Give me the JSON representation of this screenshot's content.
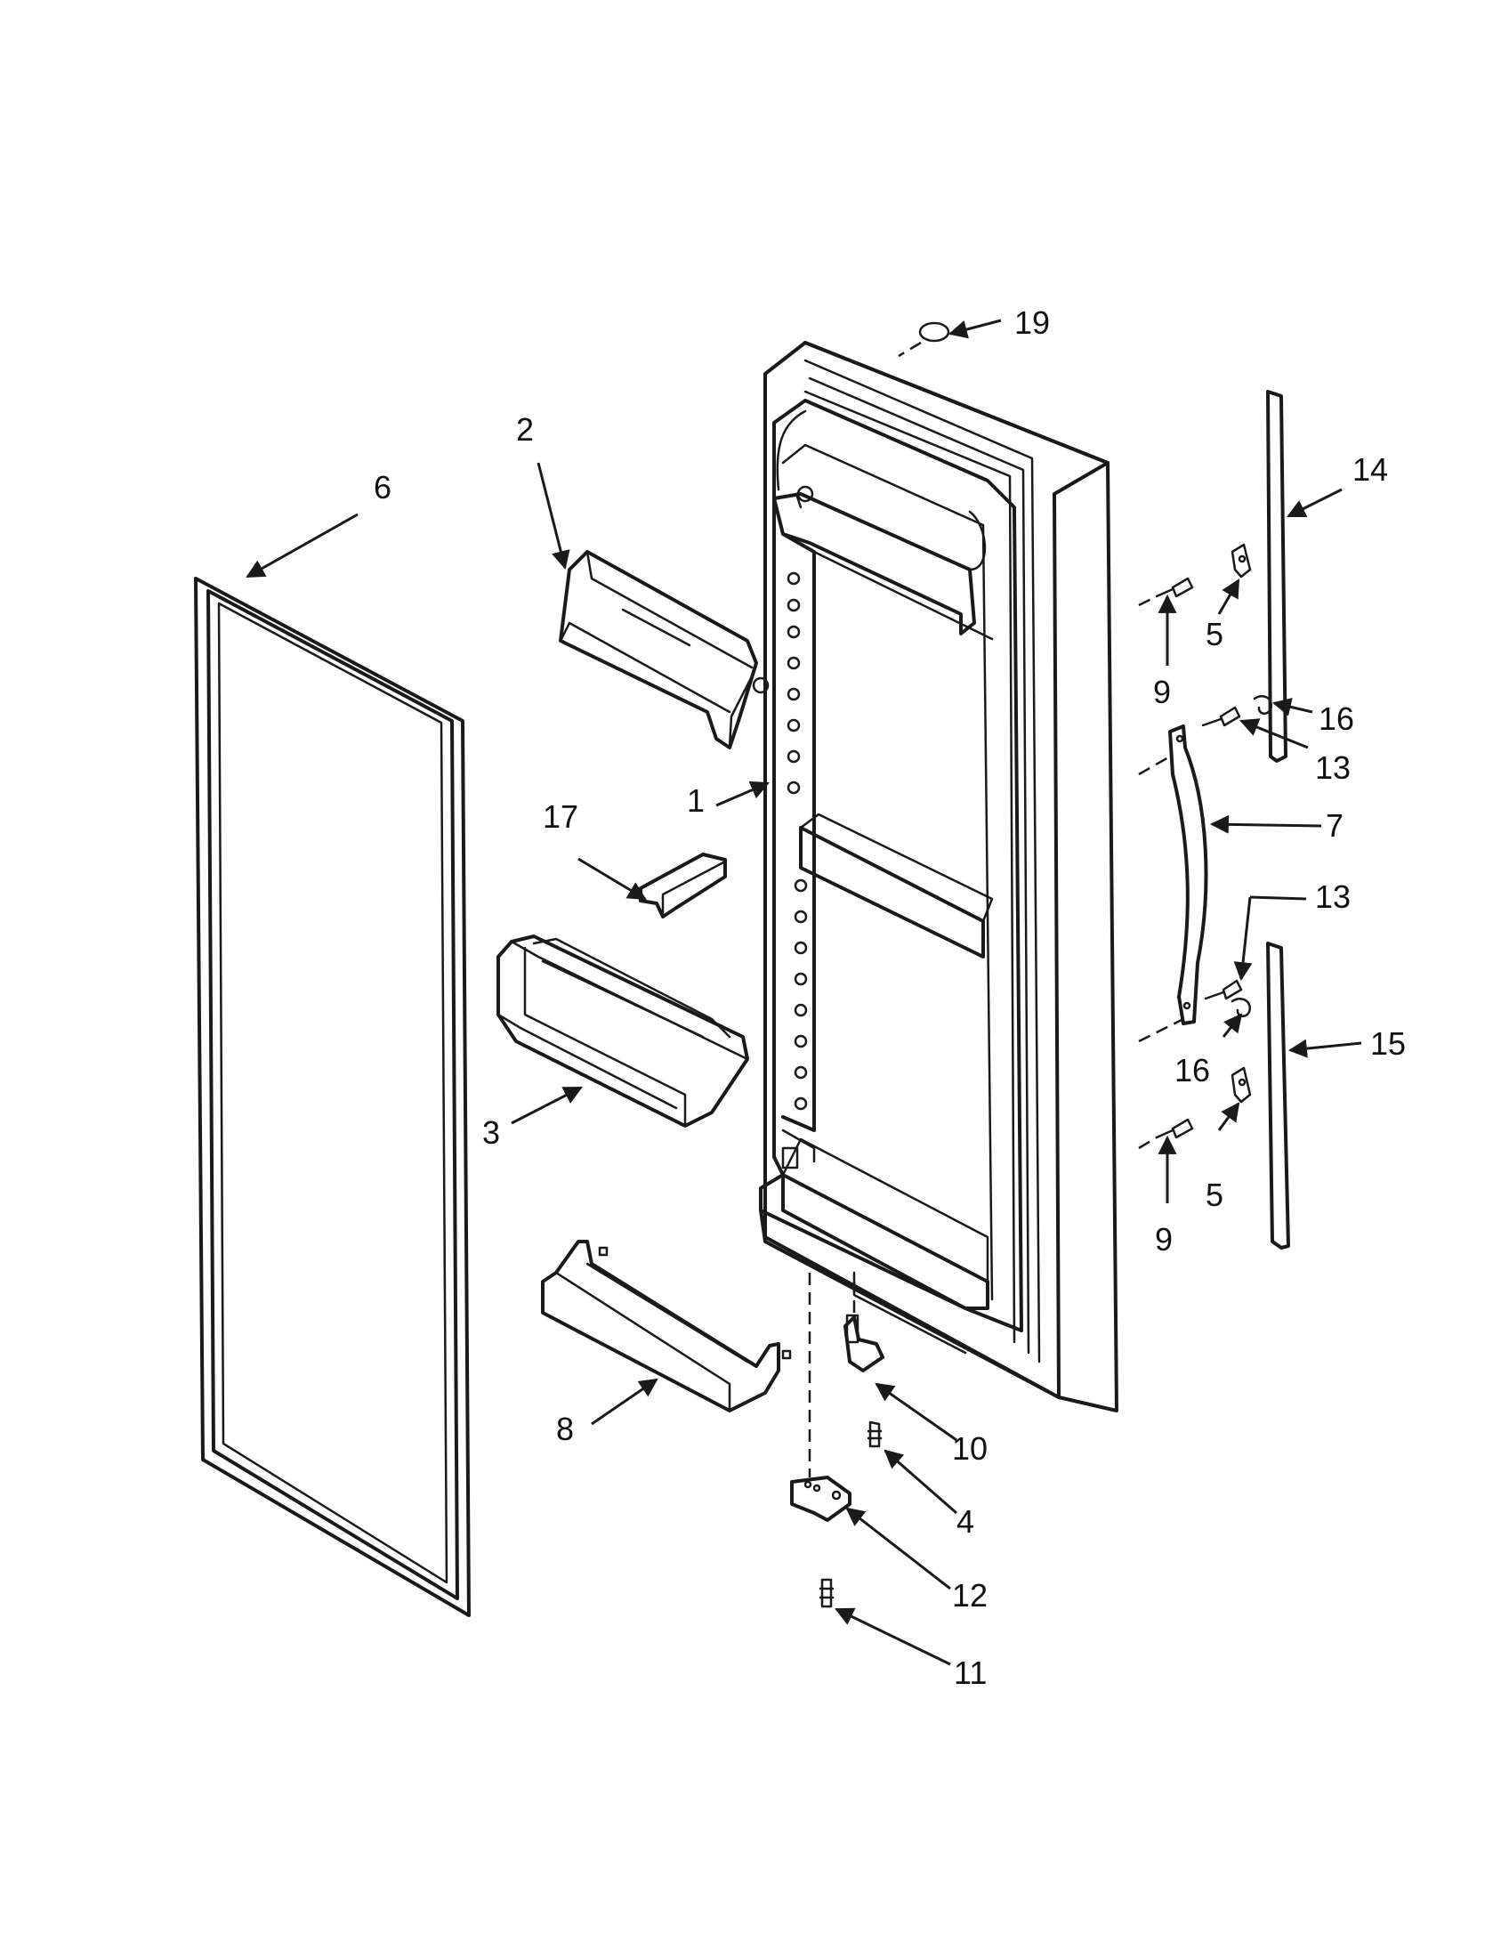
{
  "callouts": [
    {
      "id": "c1",
      "label": "1"
    },
    {
      "id": "c2",
      "label": "2"
    },
    {
      "id": "c3",
      "label": "3"
    },
    {
      "id": "c4",
      "label": "4"
    },
    {
      "id": "c5a",
      "label": "5"
    },
    {
      "id": "c5b",
      "label": "5"
    },
    {
      "id": "c6",
      "label": "6"
    },
    {
      "id": "c7",
      "label": "7"
    },
    {
      "id": "c8",
      "label": "8"
    },
    {
      "id": "c9a",
      "label": "9"
    },
    {
      "id": "c9b",
      "label": "9"
    },
    {
      "id": "c10",
      "label": "10"
    },
    {
      "id": "c11",
      "label": "11"
    },
    {
      "id": "c12",
      "label": "12"
    },
    {
      "id": "c13a",
      "label": "13"
    },
    {
      "id": "c13b",
      "label": "13"
    },
    {
      "id": "c14",
      "label": "14"
    },
    {
      "id": "c15",
      "label": "15"
    },
    {
      "id": "c16a",
      "label": "16"
    },
    {
      "id": "c16b",
      "label": "16"
    },
    {
      "id": "c17",
      "label": "17"
    },
    {
      "id": "c19",
      "label": "19"
    }
  ]
}
